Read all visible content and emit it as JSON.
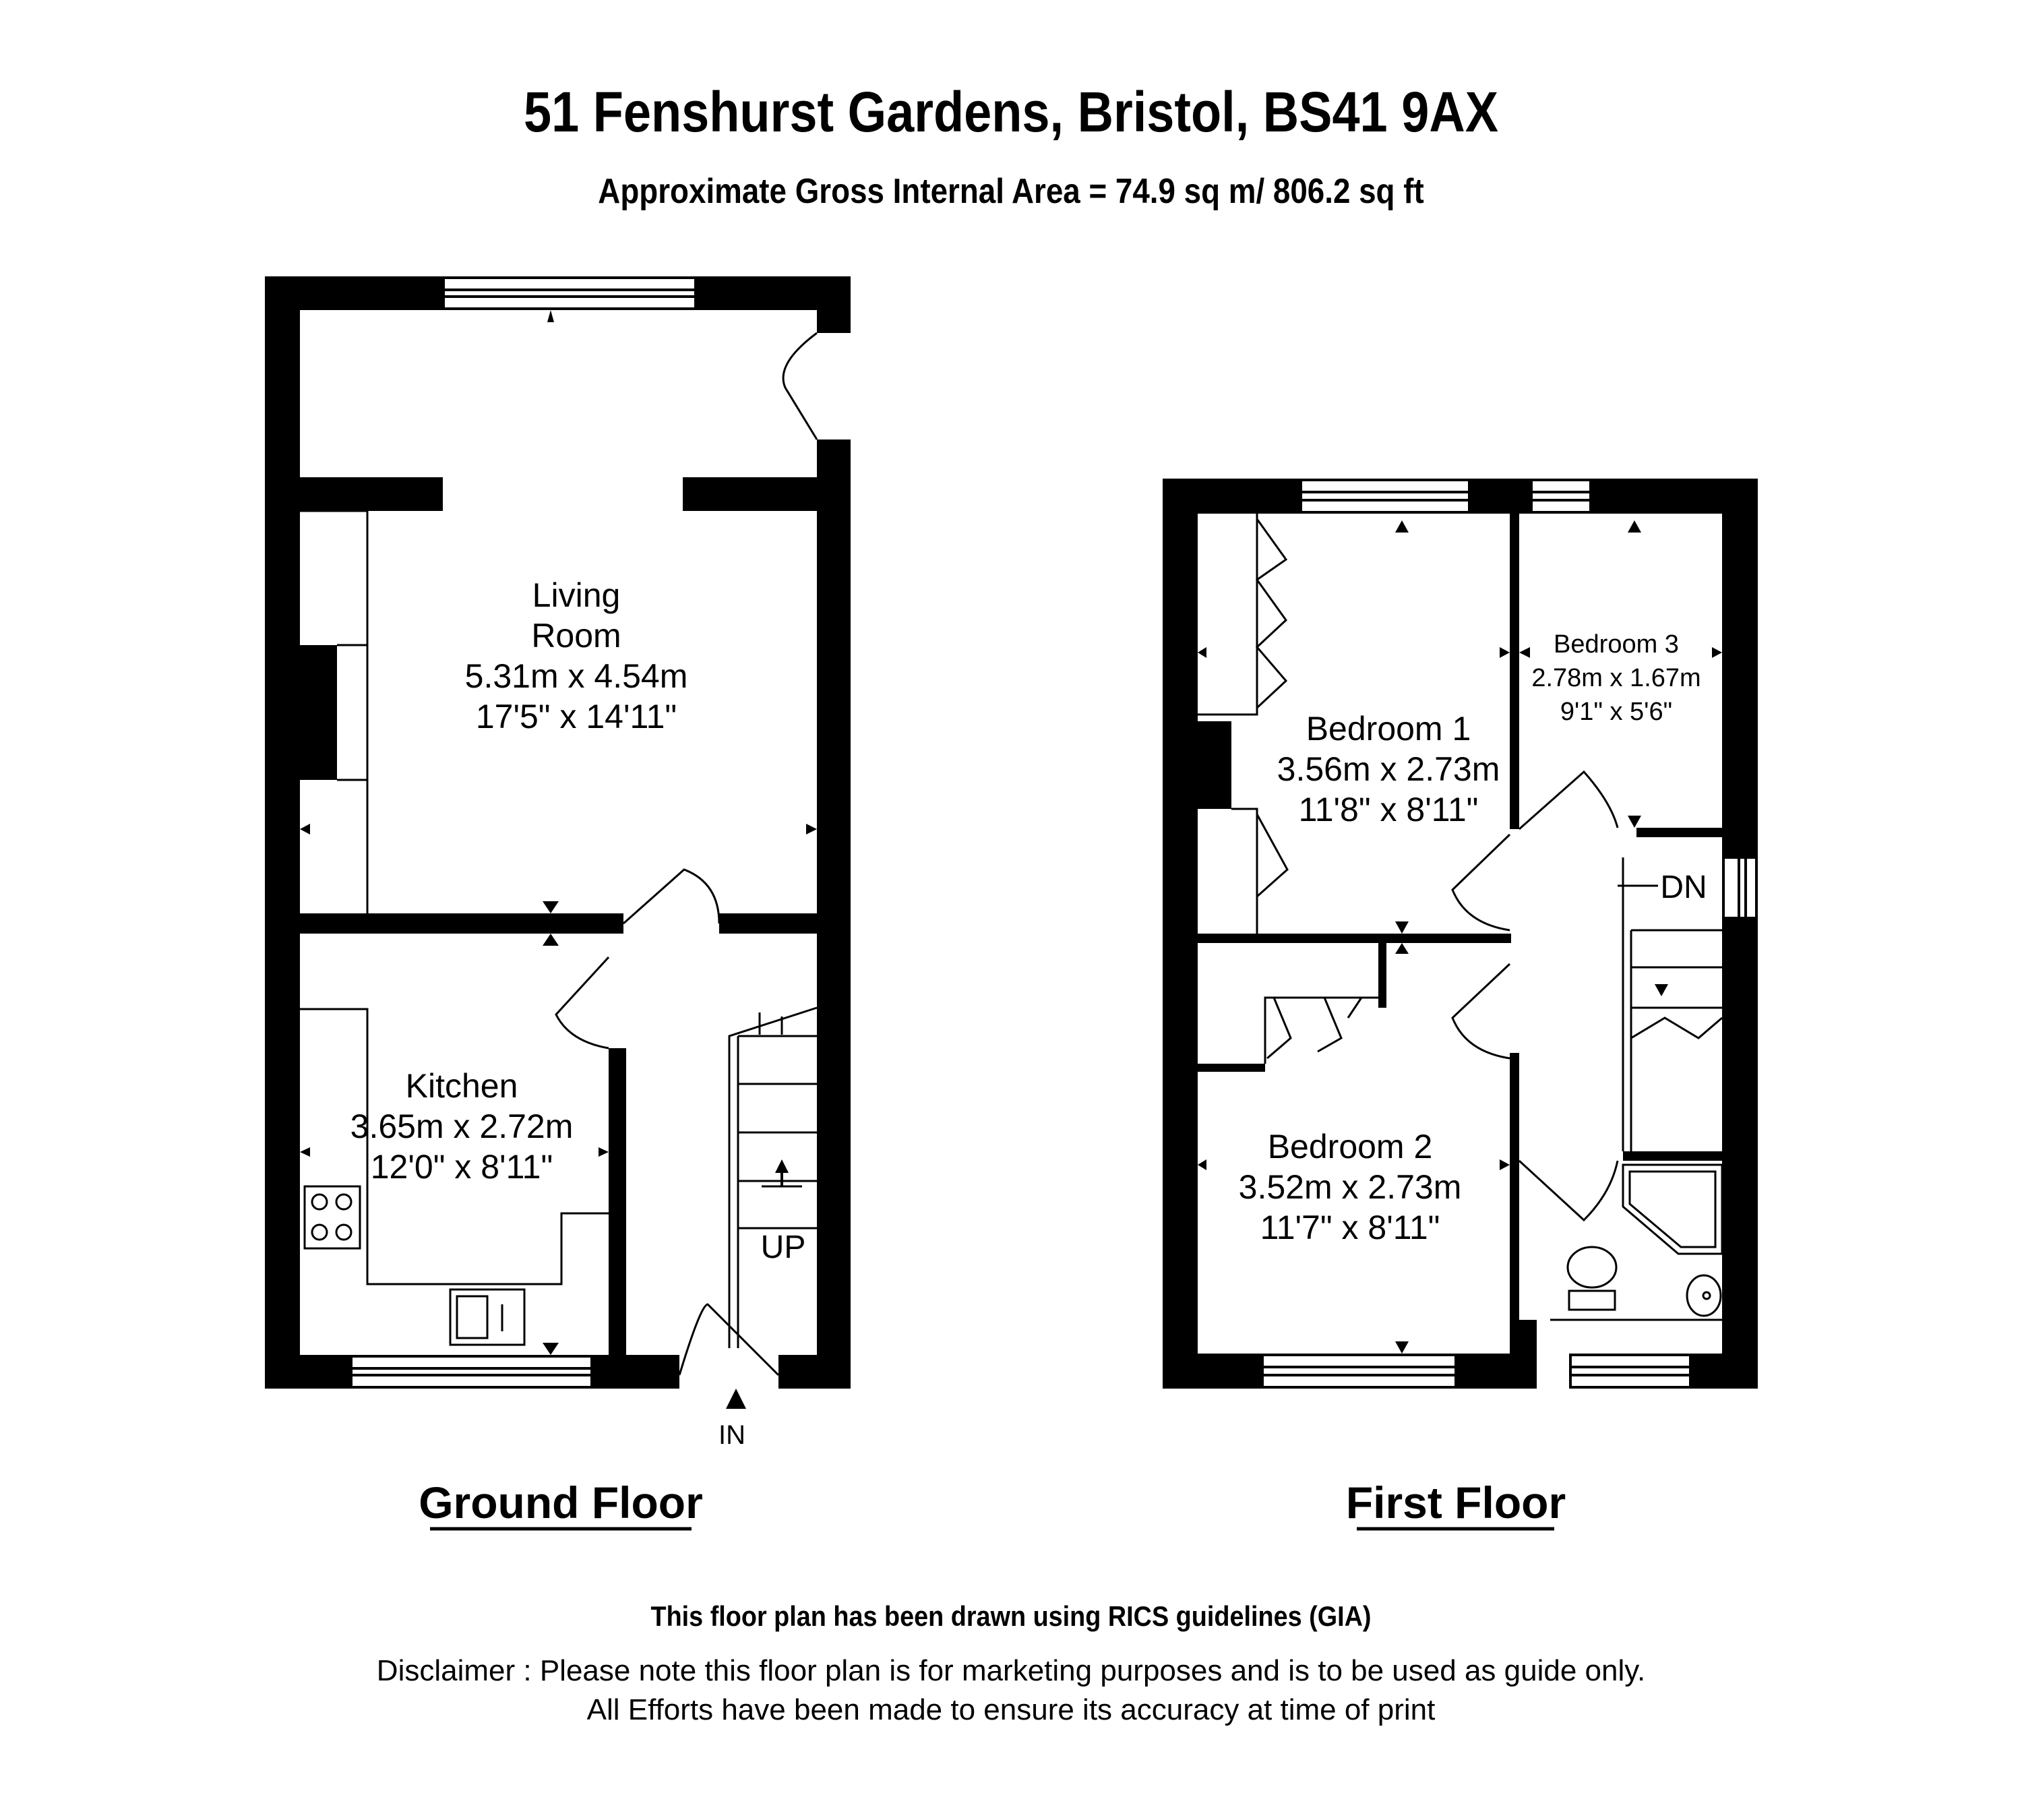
{
  "header": {
    "title": "51 Fenshurst Gardens, Bristol, BS41 9AX",
    "area": "Approximate Gross Internal Area = 74.9 sq m/ 806.2 sq ft"
  },
  "ground_floor": {
    "label": "Ground Floor",
    "living_room": {
      "name_line1": "Living",
      "name_line2": "Room",
      "metric": "5.31m x 4.54m",
      "imperial": "17'5\" x 14'11\""
    },
    "kitchen": {
      "name": "Kitchen",
      "metric": "3.65m x 2.72m",
      "imperial": "12'0\" x 8'11\""
    },
    "stairs_label": "UP",
    "entrance_label": "IN"
  },
  "first_floor": {
    "label": "First Floor",
    "bedroom1": {
      "name": "Bedroom 1",
      "metric": "3.56m x 2.73m",
      "imperial": "11'8\" x 8'11\""
    },
    "bedroom2": {
      "name": "Bedroom 2",
      "metric": "3.52m x 2.73m",
      "imperial": "11'7\" x 8'11\""
    },
    "bedroom3": {
      "name": "Bedroom 3",
      "metric": "2.78m x 1.67m",
      "imperial": "9'1\" x 5'6\""
    },
    "stairs_label": "DN"
  },
  "footer": {
    "rics": "This floor plan has been drawn using RICS guidelines (GIA)",
    "disclaimer_line1": "Disclaimer : Please note this floor plan is for marketing purposes and is to be used as guide only.",
    "disclaimer_line2": "All Efforts have been made to ensure its accuracy at time of print"
  }
}
